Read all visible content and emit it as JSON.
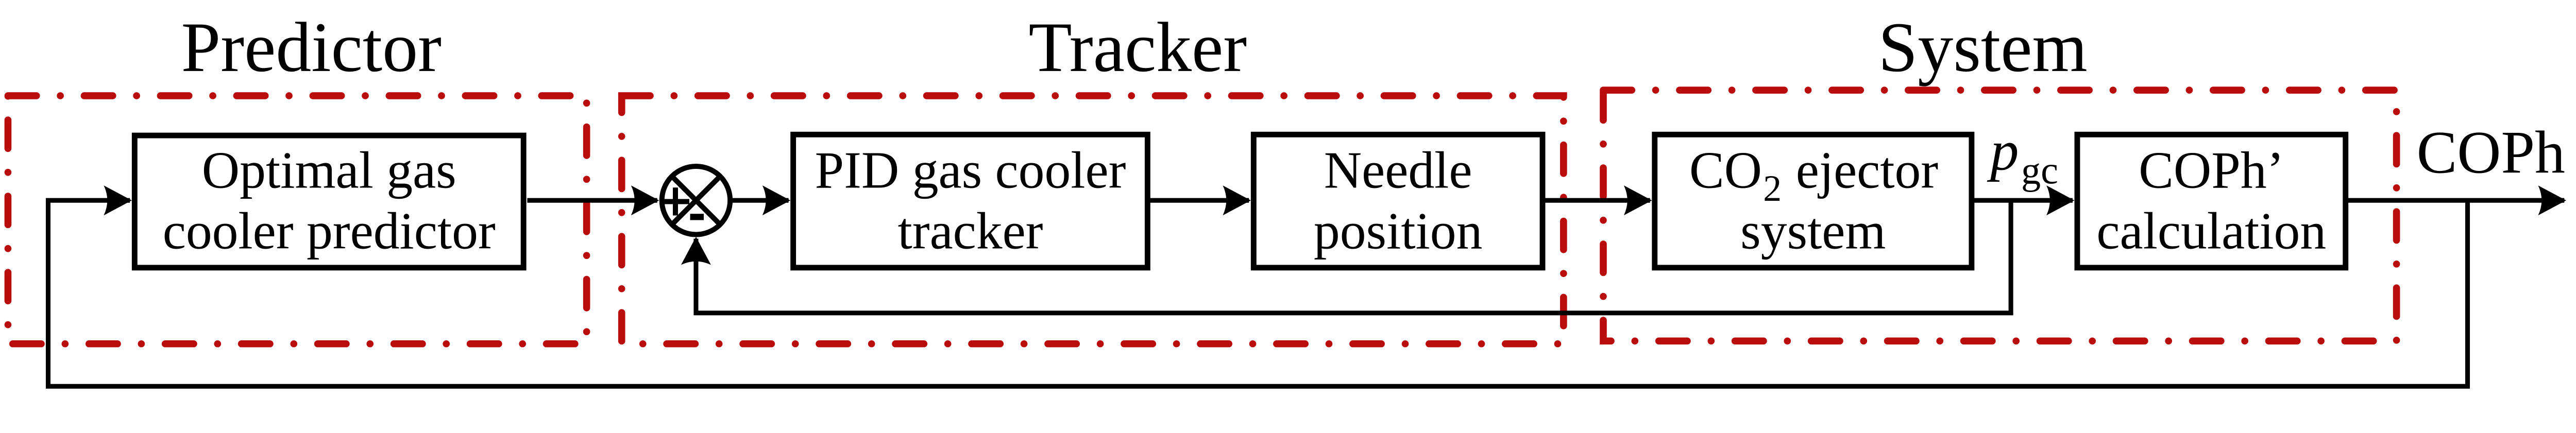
{
  "colors": {
    "red": "#b90c0c",
    "black": "#000000",
    "background": "#ffffff"
  },
  "sections": {
    "predictor": "Predictor",
    "tracker": "Tracker",
    "system": "System"
  },
  "blocks": {
    "optimal": {
      "line1": "Optimal gas",
      "line2": "cooler predictor"
    },
    "pid": {
      "line1": "PID gas cooler",
      "line2": "tracker"
    },
    "needle": {
      "line1": "Needle",
      "line2": "position"
    },
    "co2": {
      "prefix": "CO",
      "sub": "2",
      "suffix": "ejector",
      "line2": "system"
    },
    "coph": {
      "line1": "COPh’",
      "line2": "calculation"
    }
  },
  "junction": {
    "plus": "+",
    "minus": "-"
  },
  "labels": {
    "pgc_symbol": "p",
    "pgc_subscript": "gc",
    "output": "COPh"
  }
}
